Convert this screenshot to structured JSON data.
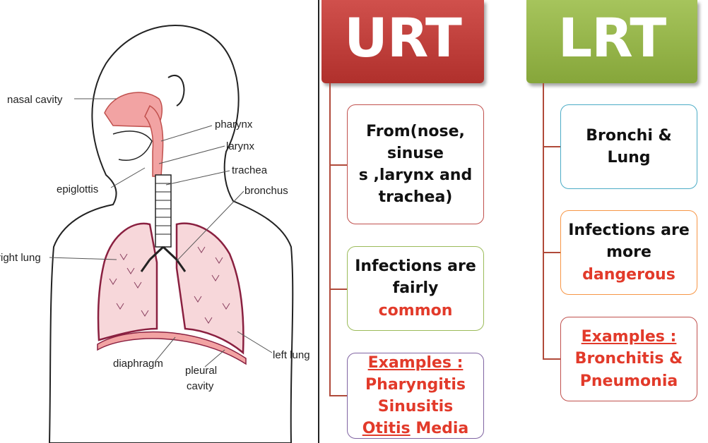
{
  "diagram": {
    "labels": {
      "nasal_cavity": "nasal cavity",
      "pharynx": "pharynx",
      "larynx": "larynx",
      "trachea": "trachea",
      "bronchus": "bronchus",
      "epiglottis": "epiglottis",
      "right_lung": "right lung",
      "left_lung": "left lung",
      "diaphragm": "diaphragm",
      "pleural": "pleural",
      "cavity": "cavity"
    }
  },
  "urt": {
    "title": "URT",
    "color": "#c0403c",
    "box1": {
      "line1": "From(nose,",
      "line2": "sinuse",
      "line3": "s ,larynx and",
      "line4": "trachea)"
    },
    "box2": {
      "line1": "Infections are",
      "line2_a": "fairly ",
      "line2_b": "common"
    },
    "box3": {
      "title": "Examples :",
      "line1": "Pharyngitis",
      "line2": "Sinusitis",
      "line3_a": "Otitis",
      "line3_b": " Media"
    }
  },
  "lrt": {
    "title": "LRT",
    "color": "#96b44a",
    "box1": {
      "line1": "Bronchi &",
      "line2": "Lung"
    },
    "box2": {
      "line1": "Infections are",
      "line2": "more",
      "line3": "dangerous"
    },
    "box3": {
      "title": "Examples :",
      "line1": "Bronchitis &",
      "line2": "Pneumonia"
    }
  }
}
